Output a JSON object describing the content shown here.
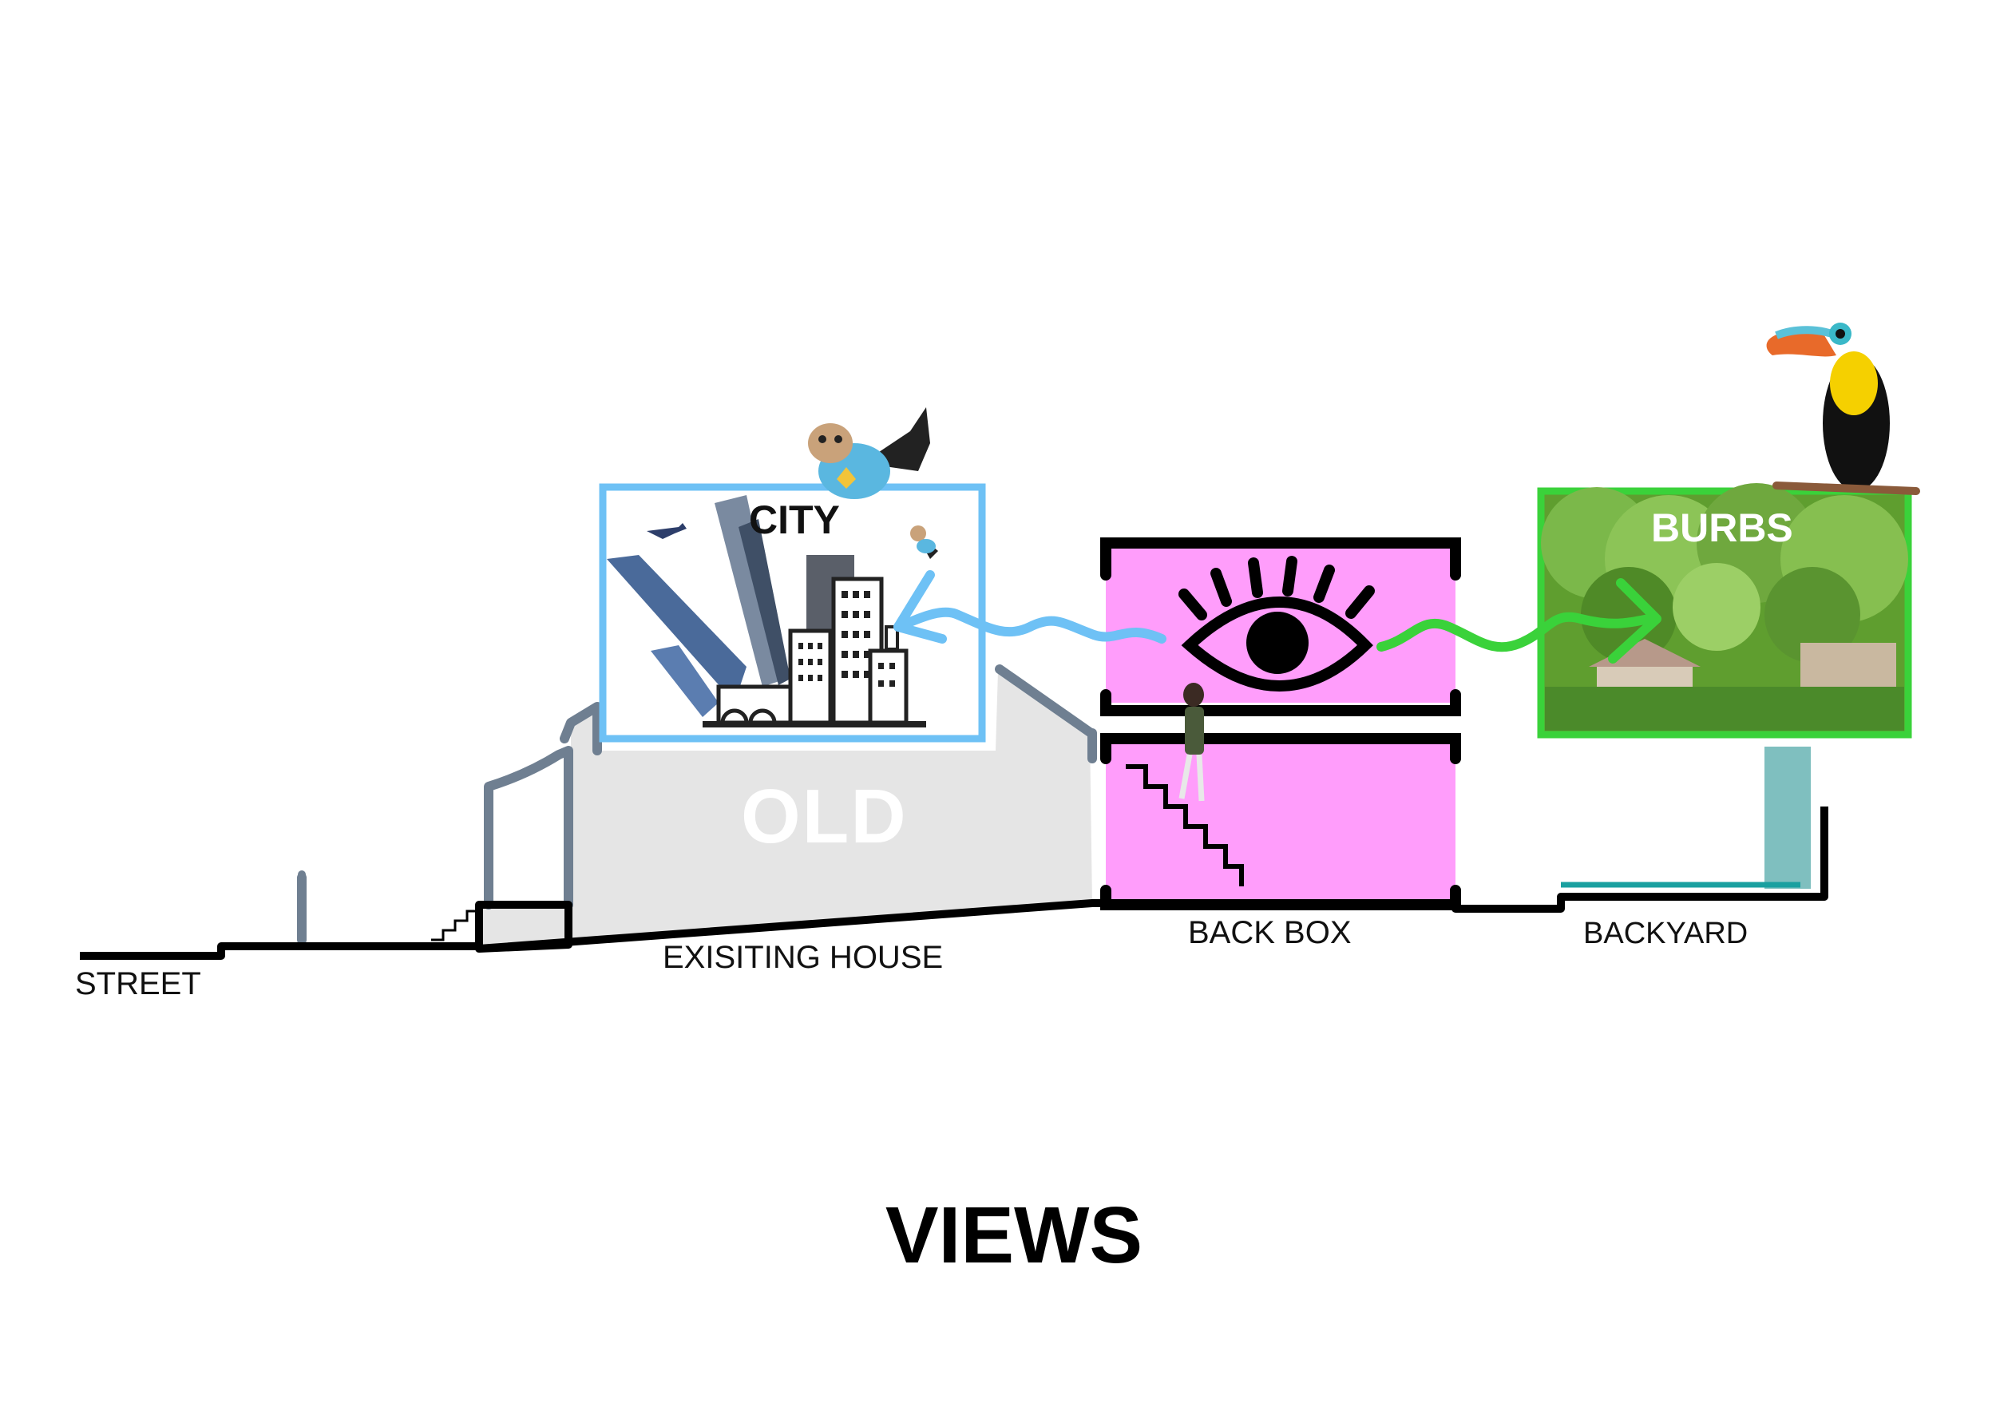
{
  "labels": {
    "street": "STREET",
    "existing_house": "EXISITING HOUSE",
    "back_box": "BACK BOX",
    "backyard": "BACKYARD",
    "old": "OLD",
    "city": "CITY",
    "burbs": "BURBS",
    "title": "VIEWS"
  },
  "colors": {
    "city_frame": "#6ec1f5",
    "burbs_frame": "#3ad23a",
    "back_box_fill": "#ff9dfb",
    "old_house_fill": "#e5e5e5",
    "roof_outline": "#6f7f91",
    "ground_line": "#000000",
    "pool_water": "#7fbfbf",
    "foliage": "#5f9e2f"
  },
  "icons": [
    "eye-icon",
    "city-skyline-icon",
    "staircase-icon",
    "pug-icon",
    "toucan-icon",
    "airplane-icon",
    "person-icon"
  ]
}
